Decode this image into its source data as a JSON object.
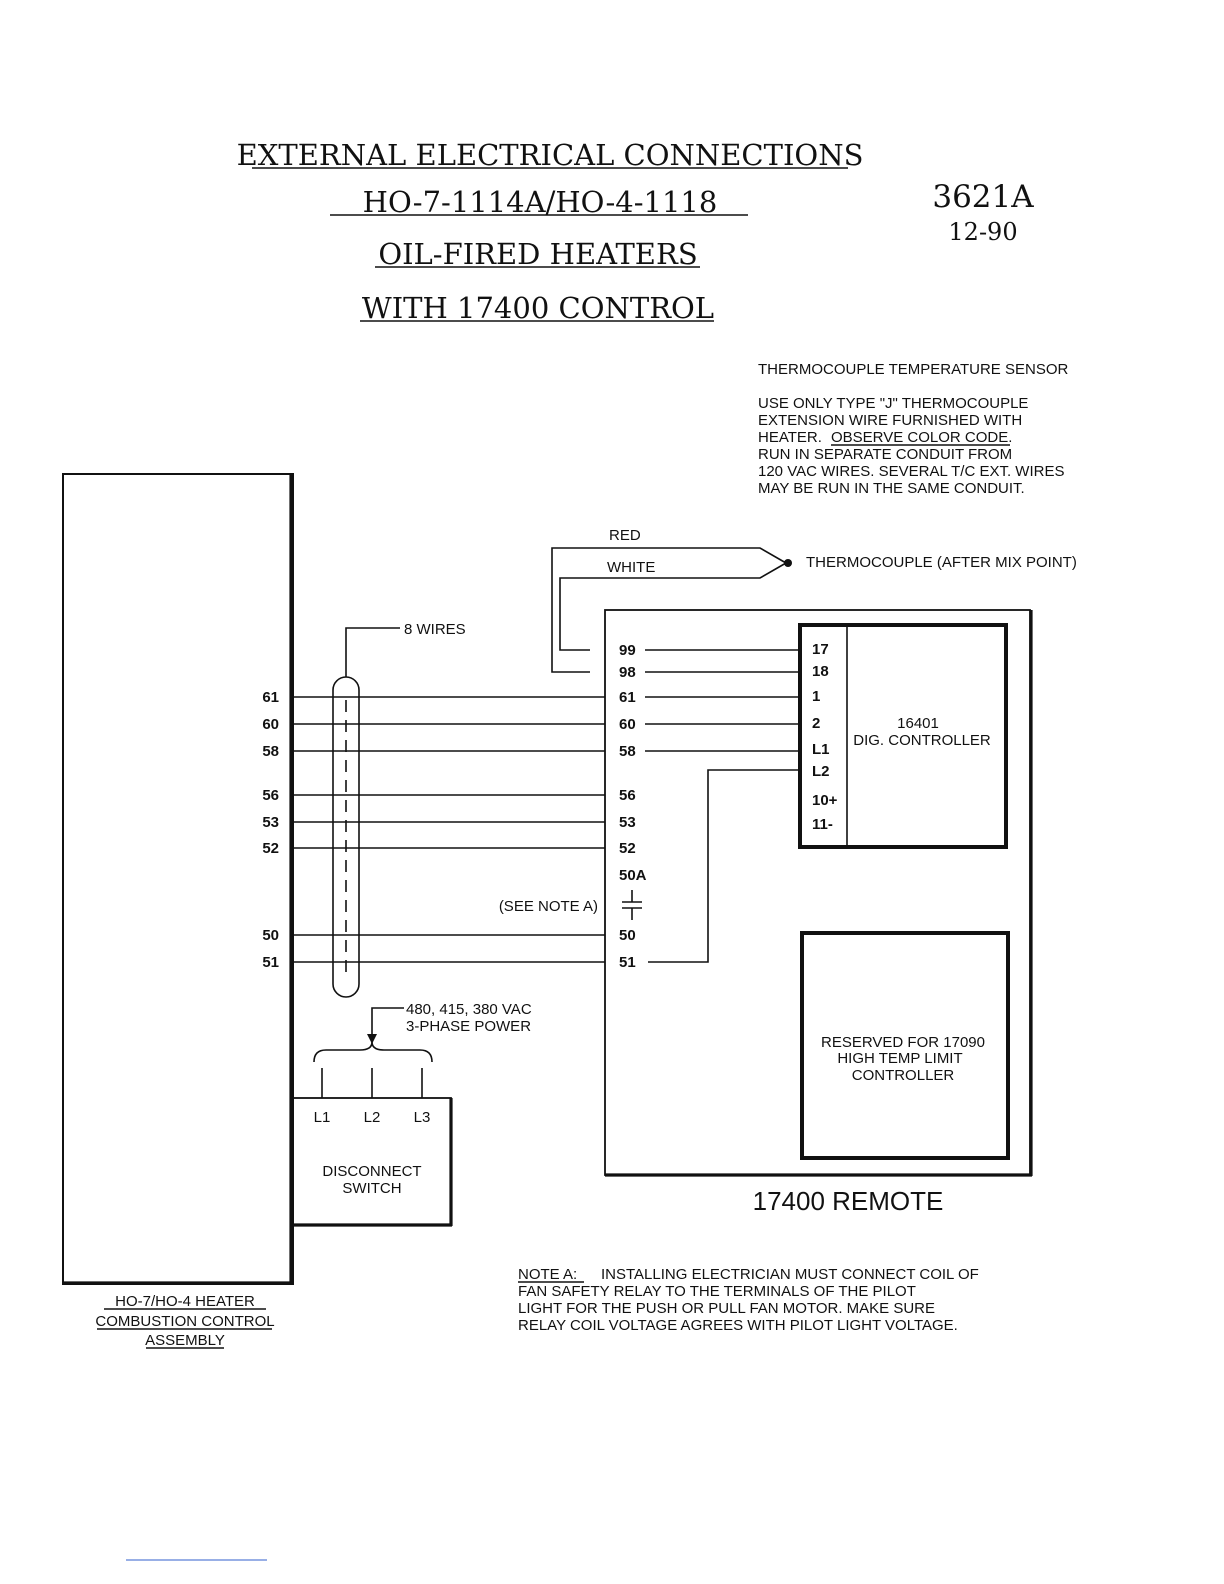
{
  "title": {
    "line1": "EXTERNAL ELECTRICAL CONNECTIONS",
    "line2": "HO-7-1114A/HO-4-1118",
    "line3": "OIL-FIRED HEATERS",
    "line4": "WITH 17400 CONTROL"
  },
  "drawing": {
    "number": "3621A",
    "date": "12-90"
  },
  "thermo_note": {
    "heading": "THERMOCOUPLE TEMPERATURE SENSOR",
    "lines": [
      "USE ONLY TYPE \"J\" THERMOCOUPLE",
      "EXTENSION WIRE FURNISHED WITH",
      "HEATER.",
      "OBSERVE COLOR CODE.",
      "RUN IN SEPARATE CONDUIT FROM",
      "120 VAC WIRES. SEVERAL T/C EXT. WIRES",
      "MAY BE RUN IN THE SAME CONDUIT."
    ]
  },
  "thermocouple": {
    "red": "RED",
    "white": "WHITE",
    "label": "THERMOCOUPLE (AFTER MIX POINT)"
  },
  "cable": {
    "label": "8 WIRES"
  },
  "heater_terminals": [
    "61",
    "60",
    "58",
    "56",
    "53",
    "52",
    "50",
    "51"
  ],
  "remote_terminals": [
    "99",
    "98",
    "61",
    "60",
    "58",
    "56",
    "53",
    "52",
    "50A",
    "50",
    "51"
  ],
  "see_note": "(SEE NOTE A)",
  "controller": {
    "terminals": [
      "17",
      "18",
      "1",
      "2",
      "L1",
      "L2",
      "10+",
      "11-"
    ],
    "name_line1": "16401",
    "name_line2": "DIG. CONTROLLER"
  },
  "reserved": {
    "line1": "RESERVED FOR 17090",
    "line2": "HIGH TEMP LIMIT",
    "line3": "CONTROLLER"
  },
  "remote_label": "17400 REMOTE",
  "power": {
    "line1": "480, 415, 380 VAC",
    "line2": "3-PHASE POWER"
  },
  "disconnect": {
    "terminals": [
      "L1",
      "L2",
      "L3"
    ],
    "line1": "DISCONNECT",
    "line2": "SWITCH"
  },
  "heater_label": {
    "line1": "HO-7/HO-4 HEATER",
    "line2": "COMBUSTION CONTROL",
    "line3": "ASSEMBLY"
  },
  "note_a": {
    "label": "NOTE A:",
    "line1": "INSTALLING ELECTRICIAN MUST CONNECT COIL OF",
    "line2": "FAN SAFETY RELAY TO THE TERMINALS OF THE PILOT",
    "line3": "LIGHT FOR THE PUSH OR PULL FAN MOTOR. MAKE SURE",
    "line4": "RELAY COIL VOLTAGE AGREES WITH PILOT LIGHT VOLTAGE."
  }
}
